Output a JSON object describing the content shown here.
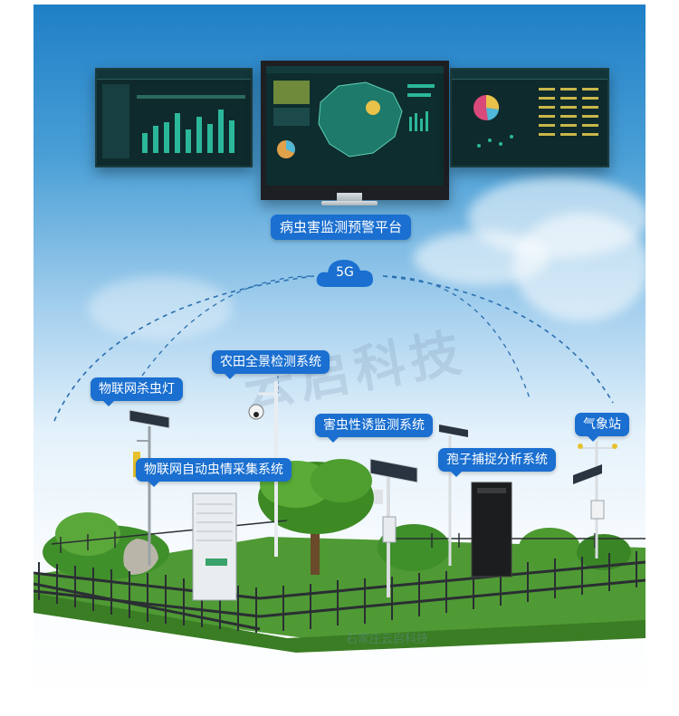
{
  "platform": {
    "title": "病虫害监测预警平台"
  },
  "network": {
    "label": "5G"
  },
  "devices": [
    {
      "id": "insect-killer-lamp",
      "label": "物联网杀虫灯"
    },
    {
      "id": "panoramic-camera",
      "label": "农田全景检测系统"
    },
    {
      "id": "pest-attract-monitor",
      "label": "害虫性诱监测系统"
    },
    {
      "id": "weather-station",
      "label": "气象站"
    },
    {
      "id": "auto-pest-collector",
      "label": "物联网自动虫情采集系统"
    },
    {
      "id": "spore-analyzer",
      "label": "孢子捕捉分析系统"
    }
  ],
  "watermark": {
    "text": "云启科技",
    "small_text": "石家庄云启科技"
  },
  "colors": {
    "label_bg": "#1a6fd0",
    "sky_top": "#1f7fc6",
    "dashboard_bg": "#0f2a2c",
    "grass": "#3f8f2a",
    "fence": "#2a2f33"
  }
}
